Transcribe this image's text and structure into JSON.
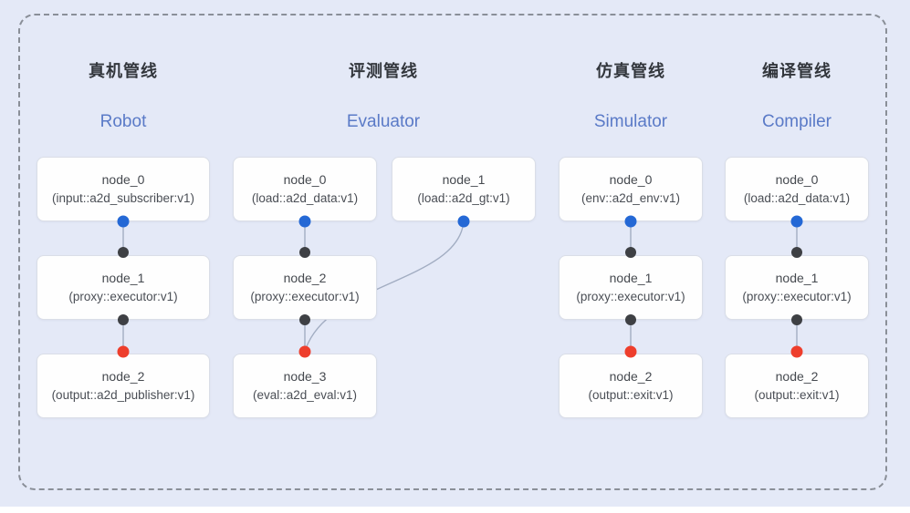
{
  "canvas": {
    "background": "#e4e9f7",
    "frame_border": "#8a8f98",
    "bottom_strip": "#ffffff"
  },
  "colors": {
    "blue_dot": "#2468d5",
    "dark_dot": "#3e4044",
    "red_dot": "#ee3e2c",
    "edge": "#a2adc2",
    "title_zh": "#32363c",
    "title_en": "#5a7ac7"
  },
  "pipelines": [
    {
      "title_zh": "真机管线",
      "title_en": "Robot",
      "nodes": [
        {
          "name": "node_0",
          "impl": "(input::a2d_subscriber:v1)"
        },
        {
          "name": "node_1",
          "impl": "(proxy::executor:v1)"
        },
        {
          "name": "node_2",
          "impl": "(output::a2d_publisher:v1)"
        }
      ]
    },
    {
      "title_zh": "评测管线",
      "title_en": "Evaluator",
      "nodes": [
        {
          "name": "node_0",
          "impl": "(load::a2d_data:v1)"
        },
        {
          "name": "node_1",
          "impl": "(load::a2d_gt:v1)"
        },
        {
          "name": "node_2",
          "impl": "(proxy::executor:v1)"
        },
        {
          "name": "node_3",
          "impl": "(eval::a2d_eval:v1)"
        }
      ]
    },
    {
      "title_zh": "仿真管线",
      "title_en": "Simulator",
      "nodes": [
        {
          "name": "node_0",
          "impl": "(env::a2d_env:v1)"
        },
        {
          "name": "node_1",
          "impl": "(proxy::executor:v1)"
        },
        {
          "name": "node_2",
          "impl": "(output::exit:v1)"
        }
      ]
    },
    {
      "title_zh": "编译管线",
      "title_en": "Compiler",
      "nodes": [
        {
          "name": "node_0",
          "impl": "(load::a2d_data:v1)"
        },
        {
          "name": "node_1",
          "impl": "(proxy::executor:v1)"
        },
        {
          "name": "node_2",
          "impl": "(output::exit:v1)"
        }
      ]
    }
  ]
}
